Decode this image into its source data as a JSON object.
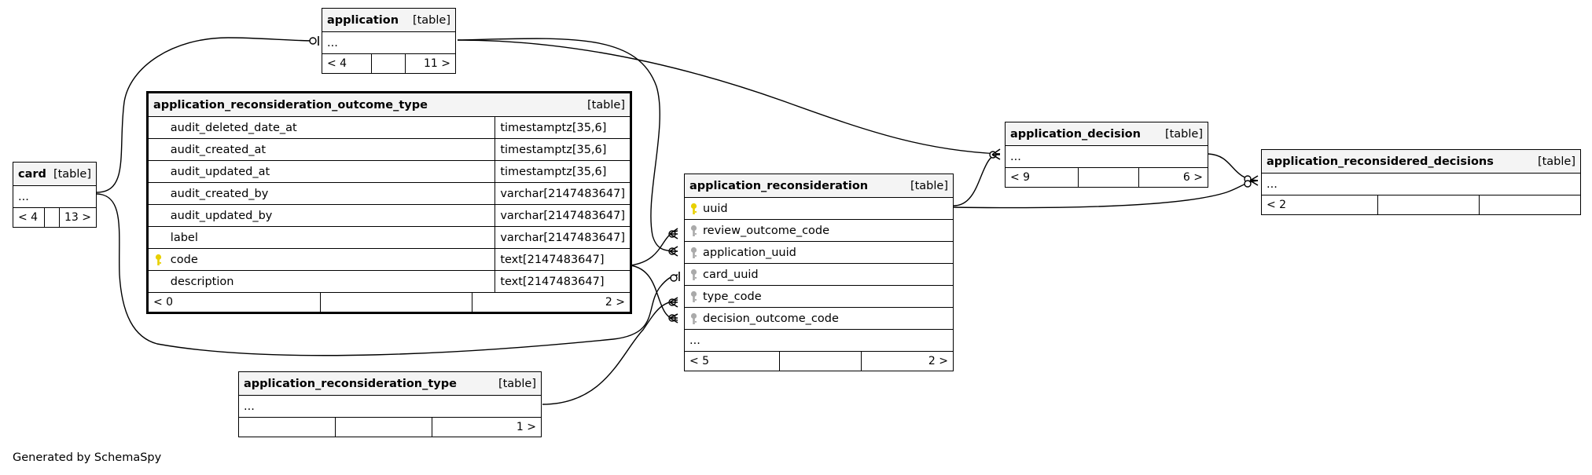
{
  "tables": {
    "application": {
      "name": "application",
      "tag": "[table]",
      "rows": [
        "..."
      ],
      "footer": [
        "< 4",
        "",
        "11 >"
      ]
    },
    "outcome_type": {
      "name": "application_reconsideration_outcome_type",
      "tag": "[table]",
      "columns": [
        {
          "name": "audit_deleted_date_at",
          "type": "timestamptz[35,6]",
          "key": ""
        },
        {
          "name": "audit_created_at",
          "type": "timestamptz[35,6]",
          "key": ""
        },
        {
          "name": "audit_updated_at",
          "type": "timestamptz[35,6]",
          "key": ""
        },
        {
          "name": "audit_created_by",
          "type": "varchar[2147483647]",
          "key": ""
        },
        {
          "name": "audit_updated_by",
          "type": "varchar[2147483647]",
          "key": ""
        },
        {
          "name": "label",
          "type": "varchar[2147483647]",
          "key": ""
        },
        {
          "name": "code",
          "type": "text[2147483647]",
          "key": "primary"
        },
        {
          "name": "description",
          "type": "text[2147483647]",
          "key": ""
        }
      ],
      "footer": [
        "< 0",
        "",
        "2 >"
      ]
    },
    "card": {
      "name": "card",
      "tag": "[table]",
      "rows": [
        "..."
      ],
      "footer": [
        "< 4",
        "",
        "13 >"
      ]
    },
    "reconsideration": {
      "name": "application_reconsideration",
      "tag": "[table]",
      "columns": [
        {
          "name": "uuid",
          "key": "primary"
        },
        {
          "name": "review_outcome_code",
          "key": "foreign"
        },
        {
          "name": "application_uuid",
          "key": "foreign"
        },
        {
          "name": "card_uuid",
          "key": "foreign"
        },
        {
          "name": "type_code",
          "key": "foreign"
        },
        {
          "name": "decision_outcome_code",
          "key": "foreign"
        },
        {
          "name": "...",
          "key": ""
        }
      ],
      "footer": [
        "< 5",
        "",
        "2 >"
      ]
    },
    "decision": {
      "name": "application_decision",
      "tag": "[table]",
      "rows": [
        "..."
      ],
      "footer": [
        "< 9",
        "",
        "6 >"
      ]
    },
    "reconsidered_decisions": {
      "name": "application_reconsidered_decisions",
      "tag": "[table]",
      "rows": [
        "..."
      ],
      "footer": [
        "< 2",
        "",
        ""
      ]
    },
    "reconsideration_type": {
      "name": "application_reconsideration_type",
      "tag": "[table]",
      "rows": [
        "..."
      ],
      "footer": [
        "",
        "",
        "1 >"
      ]
    }
  },
  "colors": {
    "primary_key": "#e8d000",
    "foreign_key": "#aaaaaa",
    "header_bg": "#f4f4f4"
  },
  "footer_text": "Generated by SchemaSpy"
}
